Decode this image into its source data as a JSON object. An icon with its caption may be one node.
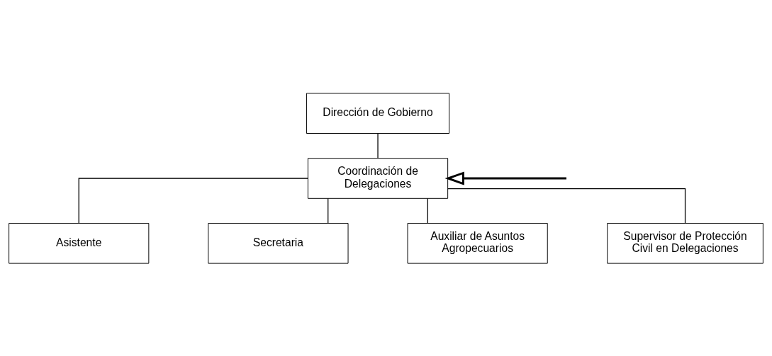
{
  "diagram": {
    "nodes": [
      {
        "text": [
          "Dirección de Gobierno"
        ]
      },
      {
        "text": [
          "Coordinación de Delegaciones"
        ]
      },
      {
        "text": [
          "Asistente"
        ]
      },
      {
        "text": [
          "Secretaria"
        ]
      },
      {
        "text": [
          "Auxiliar de Asuntos Agropecuarios"
        ]
      },
      {
        "text": [
          "Supervisor de Protección Civil en Delegaciones"
        ]
      }
    ],
    "edges": [
      {
        "from": 0,
        "to": 1,
        "arrow": "none"
      },
      {
        "from": 1,
        "to": 2,
        "arrow": "none"
      },
      {
        "from": 1,
        "to": 3,
        "arrow": "none"
      },
      {
        "from": 1,
        "to": 4,
        "arrow": "none"
      },
      {
        "from": 1,
        "to": 5,
        "arrow": "none"
      },
      {
        "from": null,
        "to": 1,
        "arrow": "to",
        "style": "thick"
      }
    ]
  }
}
